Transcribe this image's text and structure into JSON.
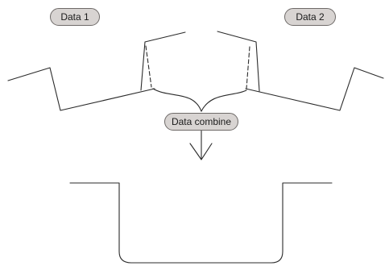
{
  "labels": {
    "data1": "Data 1",
    "data2": "Data 2",
    "combine": "Data combine"
  },
  "colors": {
    "line": "#2b2b2b",
    "pill_fill": "#d8d4d2",
    "pill_border": "#6e6a68",
    "background": "#ffffff"
  }
}
